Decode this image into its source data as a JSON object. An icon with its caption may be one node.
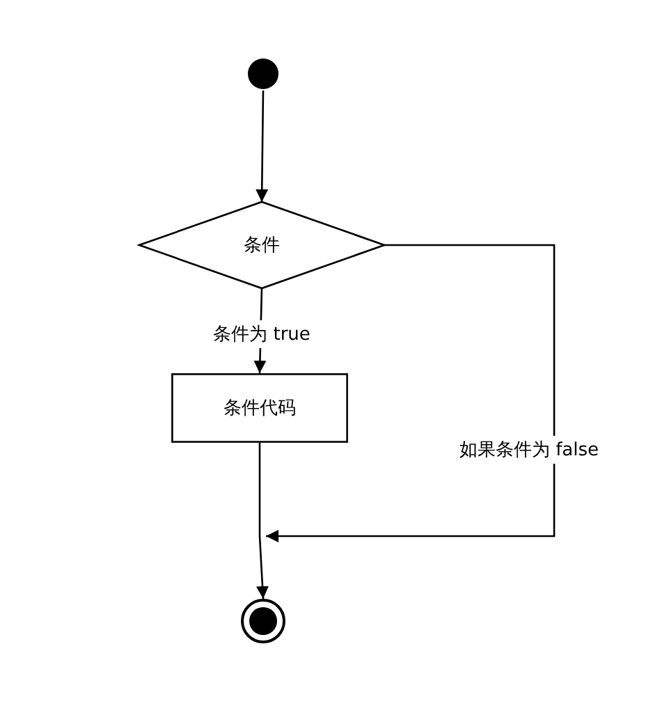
{
  "diagram": {
    "nodes": [
      {
        "text": [],
        "shape": "circle"
      },
      {
        "text": [
          "条件"
        ]
      },
      {
        "text": [
          "条件代码"
        ]
      },
      {
        "text": [],
        "shape": "circle"
      }
    ],
    "edges": [
      {
        "from": 0,
        "to": 1,
        "arrow": "to"
      },
      {
        "from": 1,
        "to": 2,
        "arrow": "to",
        "label": "条件为 true"
      },
      {
        "from": 2,
        "to": 3,
        "arrow": "to"
      },
      {
        "from": 1,
        "to": 3,
        "arrow": "to",
        "label": "如果条件为 false"
      }
    ]
  }
}
